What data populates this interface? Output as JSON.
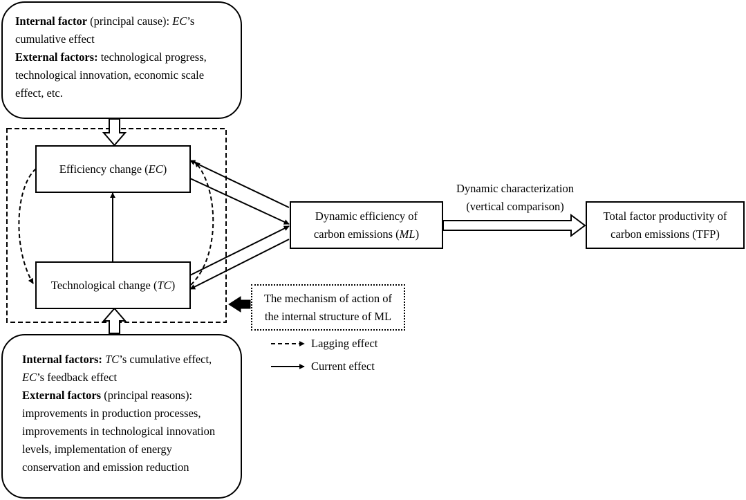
{
  "top_box": {
    "line1_bold": "Internal factor",
    "line1_rest": " (principal cause): ",
    "line1_ec": "EC",
    "line1_tail": "’s",
    "line2": "cumulative effect",
    "line3_bold": "External factors:",
    "line3_rest": " technological progress,",
    "line4": "technological innovation, economic scale",
    "line5": "effect, etc."
  },
  "ec_box": {
    "label": "Efficiency change (",
    "abbr": "EC",
    "close": ")"
  },
  "tc_box": {
    "label": "Technological change (",
    "abbr": "TC",
    "close": ")"
  },
  "ml_box": {
    "line1": "Dynamic efficiency of",
    "line2": "carbon emissions (",
    "abbr": "ML",
    "close": ")"
  },
  "tfp_box": {
    "line1": "Total factor productivity of",
    "line2": "carbon emissions (TFP)"
  },
  "dynamic_label": {
    "line1": "Dynamic characterization",
    "line2": "(vertical comparison)"
  },
  "mechanism_box": {
    "line1": "The mechanism of action of",
    "line2": "the internal structure of ML"
  },
  "legend": {
    "lagging": "Lagging effect",
    "current": "Current effect"
  },
  "bottom_box": {
    "line1_bold": "Internal factors:",
    "line1_tc": "TC",
    "line1_rest": "’s cumulative effect,",
    "line2_ec": "EC",
    "line2_rest": "’s feedback effect",
    "line3_bold": "External factors",
    "line3_rest": " (principal reasons):",
    "line4": "improvements in production processes,",
    "line5": "improvements in technological innovation",
    "line6": "levels, implementation of energy",
    "line7": "conservation and emission reduction"
  }
}
